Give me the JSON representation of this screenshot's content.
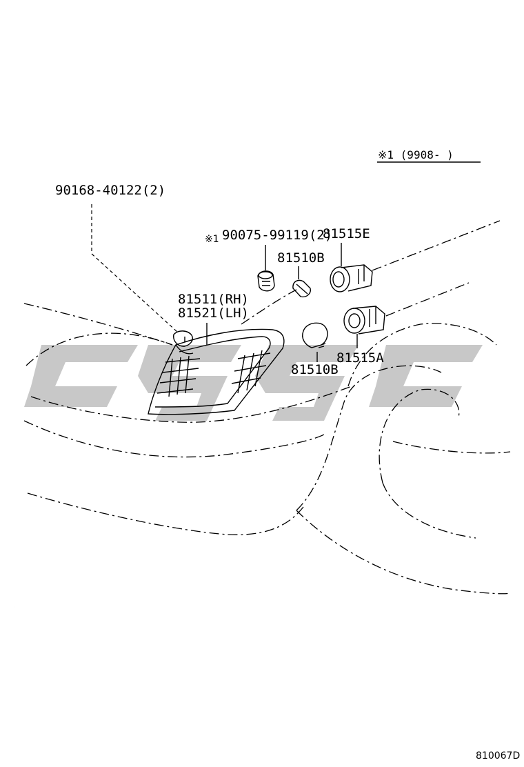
{
  "effective_note": "※1 (9908-      )",
  "parts": {
    "clip": "90168-40122(2)",
    "screw_mark": "※1",
    "screw": "90075-99119(2)",
    "socket_upper": "81515E",
    "bulb_upper": "81510B",
    "lamp_rh": "81511(RH)",
    "lamp_lh": "81521(LH)",
    "bulb_lower": "81510B",
    "socket_lower": "81515A"
  },
  "diagram_id": "810067D",
  "colors": {
    "ink": "#000000",
    "watermark": "#9a9a9a"
  }
}
